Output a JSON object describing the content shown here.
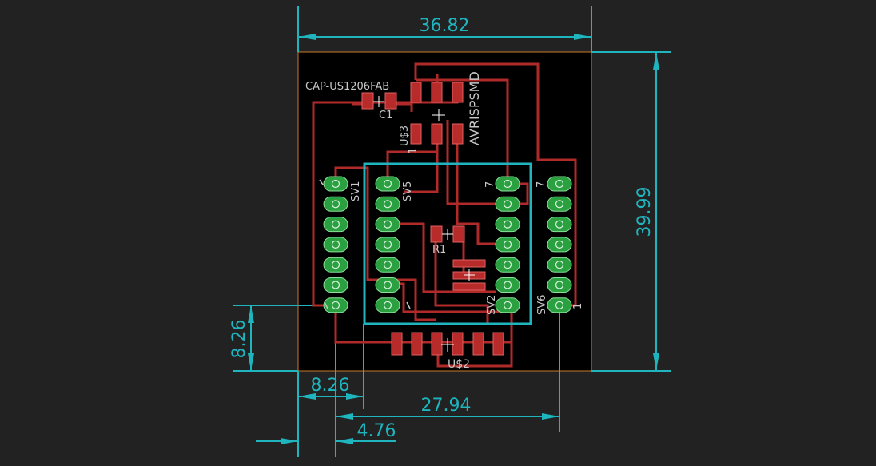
{
  "colors": {
    "background": "#222222",
    "dimension": "#1fb5bf",
    "board_outline": "#c8782a",
    "board_fill": "#000000",
    "trace": "#b02a2a",
    "pad_green": "#2aa040",
    "pad_red": "#b82b2b",
    "silkscreen": "#c8c8c8",
    "component_outline": "#1fb5bf"
  },
  "dimensions": {
    "board_width": "36.82",
    "board_height": "39.99",
    "left_offset_y": "8.26",
    "left_offset_x": "8.26",
    "header_spacing": "27.94",
    "small_offset": "4.76"
  },
  "silkscreen": {
    "cap_value": "CAP-US1206FAB",
    "cap_name": "C1",
    "isp_value": "AVRISPSMD",
    "isp_name": "U$3",
    "isp_pin1": "1",
    "sv1_name": "SV1",
    "sv5_name": "SV5",
    "sv2_name": "SV2",
    "sv6_name": "SV6",
    "resistor_name": "R1",
    "chip_name": "U$2",
    "pin_seven": "7",
    "pin_one": "1"
  }
}
